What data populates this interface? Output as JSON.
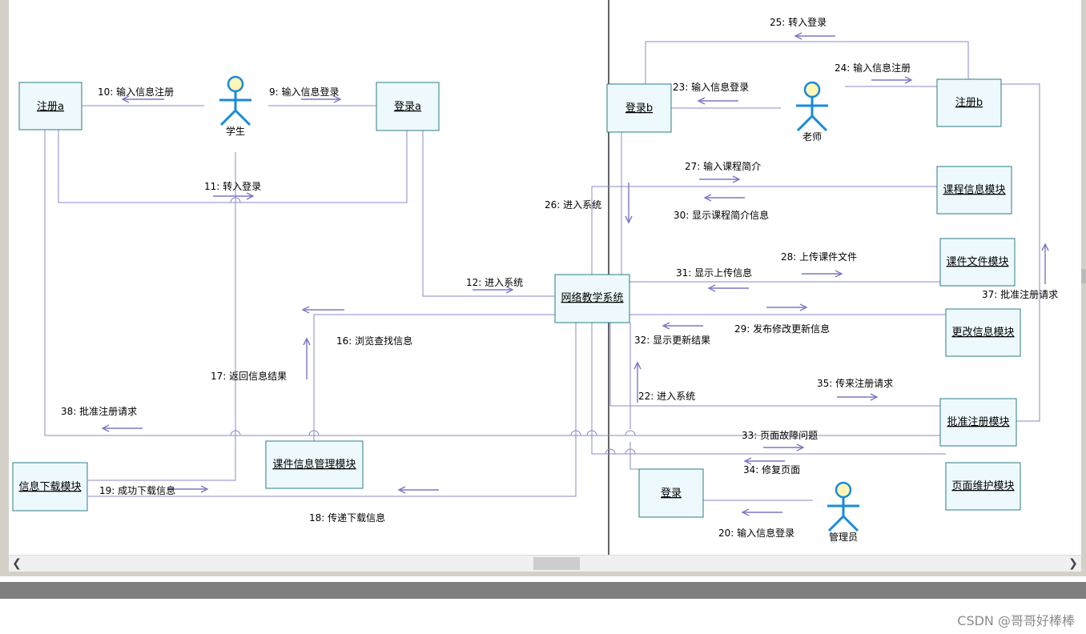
{
  "diagram": {
    "nodes": {
      "reg_a": "注册a",
      "login_a": "登录a",
      "login_b": "登录b",
      "reg_b": "注册b",
      "system": "网络教学系统",
      "course_info": "课程信息模块",
      "course_file": "课件文件模块",
      "change_info": "更改信息模块",
      "approve": "批准注册模块",
      "maintain": "页面维护模块",
      "login": "登录",
      "download": "信息下载模块",
      "course_mgmt": "课件信息管理模块"
    },
    "actors": {
      "student": "学生",
      "teacher": "老师",
      "admin": "管理员"
    },
    "messages": {
      "m9": "9: 输入信息登录",
      "m10": "10: 输入信息注册",
      "m11": "11: 转入登录",
      "m12": "12: 进入系统",
      "m16": "16: 浏览查找信息",
      "m17": "17: 返回信息结果",
      "m18": "18: 传递下载信息",
      "m19": "19: 成功下载信息",
      "m20": "20: 输入信息登录",
      "m22": "22: 进入系统",
      "m23": "23: 输入信息登录",
      "m24": "24: 输入信息注册",
      "m25": "25: 转入登录",
      "m26": "26: 进入系统",
      "m27": "27: 输入课程简介",
      "m28": "28: 上传课件文件",
      "m29": "29: 发布修改更新信息",
      "m30": "30: 显示课程简介信息",
      "m31": "31: 显示上传信息",
      "m32": "32: 显示更新结果",
      "m33": "33: 页面故障问题",
      "m34": "34: 修复页面",
      "m35": "35: 传来注册请求",
      "m37": "37: 批准注册请求",
      "m38": "38: 批准注册请求"
    }
  },
  "scrollbar": {
    "left_icon": "chevron-left-icon",
    "right_icon": "chevron-right-icon"
  },
  "watermark": "CSDN @哥哥好棒棒",
  "colors": {
    "box_fill": "#eef9fd",
    "box_border": "#2a7d86",
    "link": "#8a88c8",
    "actor": "#1a8ad8",
    "actor_head": "#fff6b8"
  }
}
